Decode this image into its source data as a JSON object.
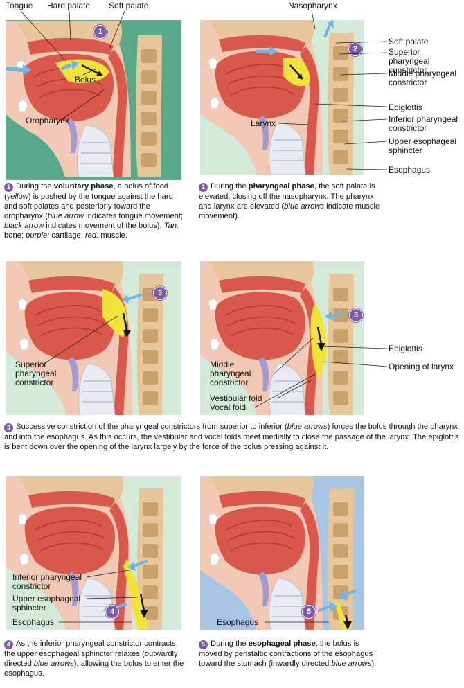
{
  "panels": [
    {
      "badge": "1",
      "labels": {
        "tongue": "Tongue",
        "hard_palate": "Hard palate",
        "soft_palate": "Soft palate",
        "bolus": "Bolus",
        "oropharynx": "Oropharynx"
      },
      "caption": {
        "num": "1",
        "pre": "During the ",
        "bold": "voluntary phase",
        "t1": ", a bolus of food (",
        "i1": "yellow",
        "t2": ") is pushed by the tongue against the hard and soft palates and posteriorly toward the oropharynx (",
        "i2": "blue arrow",
        "t3": " indicates tongue movement; ",
        "i3": "black arrow",
        "t4": " indicates movement of the bolus). ",
        "i4": "Tan:",
        "t5": " bone; ",
        "i5": "purple:",
        "t6": " cartilage; ",
        "i6": "red:",
        "t7": " muscle."
      }
    },
    {
      "badge": "2",
      "labels": {
        "nasopharynx": "Nasopharynx",
        "soft_palate": "Soft palate",
        "sup_constrictor": "Superior pharyngeal constrictor",
        "mid_constrictor": "Middle pharyngeal constrictor",
        "epiglottis": "Epiglottis",
        "inf_constrictor": "Inferior pharyngeal constrictor",
        "upper_sphincter": "Upper esophageal sphincter",
        "esophagus": "Esophagus",
        "larynx": "Larynx"
      },
      "caption": {
        "num": "2",
        "pre": "During the ",
        "bold": "pharyngeal phase",
        "t1": ", the soft palate is elevated, closing off the nasopharynx. The pharynx and larynx are elevated (",
        "i1": "blue arrows",
        "t2": " indicate muscle movement)."
      }
    },
    {
      "badge": "3",
      "labels": {
        "sup_constrictor": "Superior pharyngeal constrictor"
      }
    },
    {
      "badge": "3",
      "labels": {
        "epiglottis": "Epiglottis",
        "opening": "Opening of larynx",
        "mid_constrictor": "Middle pharyngeal constrictor",
        "vestibular": "Vestibular fold",
        "vocal": "Vocal fold"
      }
    },
    {
      "badge": "4",
      "labels": {
        "inf_constrictor": "Inferior pharyngeal constrictor",
        "upper_sphincter": "Upper esophageal sphincter",
        "esophagus": "Esophagus"
      },
      "caption": {
        "num": "4",
        "text": "As the inferior pharyngeal constrictor contracts, the upper esophageal sphincter relaxes (outwardly directed ",
        "i1": "blue arrows",
        "t2": "), allowing the bolus to enter the esophagus."
      }
    },
    {
      "badge": "5",
      "labels": {
        "esophagus": "Esophagus"
      },
      "caption": {
        "num": "5",
        "pre": "During the ",
        "bold": "esophageal phase",
        "t1": ", the bolus is moved by peristaltic contractions of the esophagus toward the stomach (inwardly directed ",
        "i1": "blue arrows",
        "t2": ")."
      }
    }
  ],
  "caption3": {
    "num": "3",
    "t1": "Successive constriction of the pharyngeal constrictors from superior to inferior (",
    "i1": "blue arrows",
    "t2": ") forces the bolus through the pharynx and into the esophagus. As this occurs, the vestibular and vocal folds meet medially to close the passage of the larynx. The epiglottis is bent down over the opening of the larynx largely by the force of the bolus pressing against it."
  },
  "colors": {
    "bg_teal": "#5aa88a",
    "bg_light": "#d3ead8",
    "bg_blue": "#a8c5e3",
    "muscle": "#d9584a",
    "bone": "#e7c79a",
    "bolus": "#f2e33a",
    "cartilage": "#a49ad0",
    "arrow": "#6fb7e0",
    "badge": "#7d5ca5"
  }
}
